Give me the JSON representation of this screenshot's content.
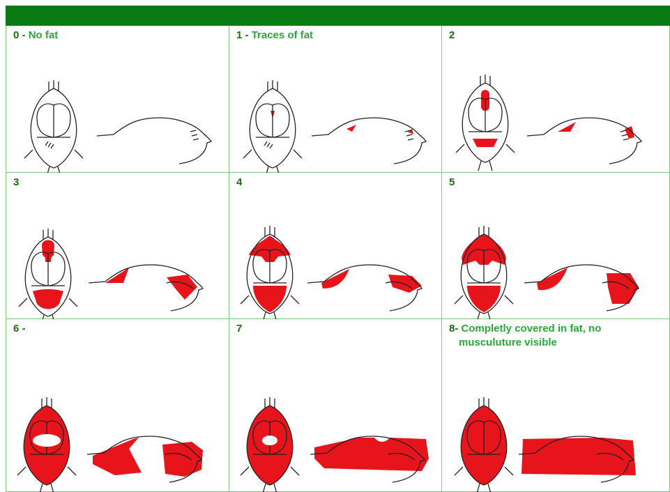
{
  "header": {
    "color": "#0a7a14"
  },
  "colors": {
    "fat": "#e8141b",
    "outline": "#222222",
    "num_text": "#1d6b12",
    "desc_text": "#2aa83a",
    "grid_line": "#7fc77f"
  },
  "scores": [
    {
      "num": "0",
      "sep": " - ",
      "desc": "No fat",
      "desc2": "",
      "level": 0
    },
    {
      "num": "1",
      "sep": " - ",
      "desc": "Traces of fat",
      "desc2": "",
      "level": 1
    },
    {
      "num": "2",
      "sep": "",
      "desc": "",
      "desc2": "",
      "level": 2
    },
    {
      "num": "3",
      "sep": "",
      "desc": "",
      "desc2": "",
      "level": 3
    },
    {
      "num": "4",
      "sep": "",
      "desc": "",
      "desc2": "",
      "level": 4
    },
    {
      "num": "5",
      "sep": "",
      "desc": "",
      "desc2": "",
      "level": 5
    },
    {
      "num": "6",
      "sep": " -",
      "desc": "",
      "desc2": "",
      "level": 6
    },
    {
      "num": "7",
      "sep": "",
      "desc": "",
      "desc2": "",
      "level": 7
    },
    {
      "num": "8",
      "sep": "- ",
      "desc": "Completly covered in fat, no",
      "desc2": "musculuture visible",
      "level": 8
    }
  ]
}
